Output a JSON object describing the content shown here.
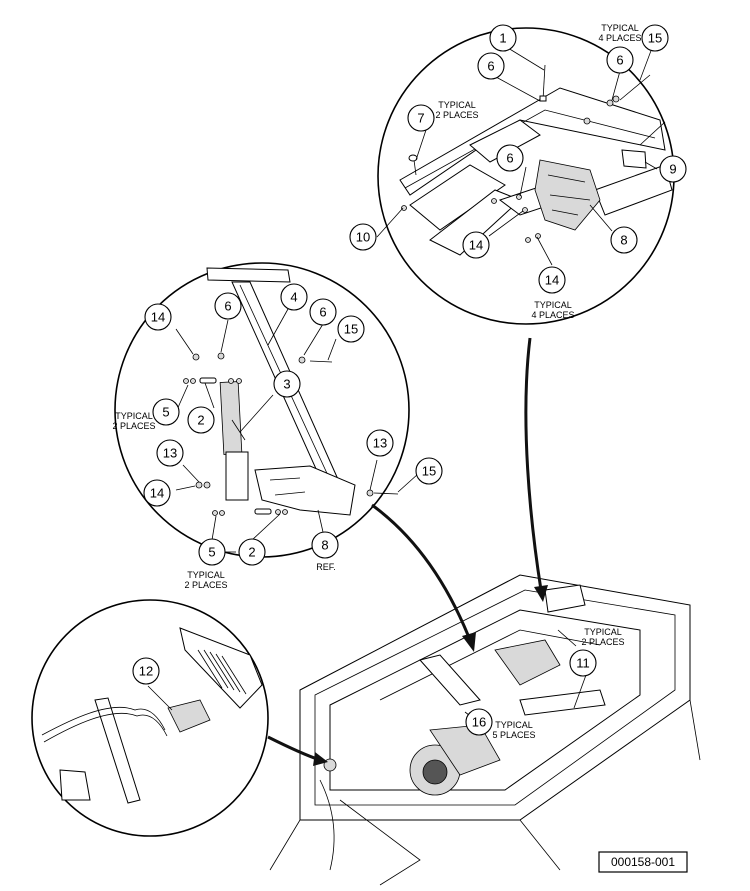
{
  "callouts": [
    {
      "id": "c1-top",
      "text": "1"
    },
    {
      "id": "c6-top-a",
      "text": "6"
    },
    {
      "id": "c6-top-b",
      "text": "6"
    },
    {
      "id": "c15-top",
      "text": "15"
    },
    {
      "id": "c7-top",
      "text": "7"
    },
    {
      "id": "c6-top-c",
      "text": "6"
    },
    {
      "id": "c9-top",
      "text": "9"
    },
    {
      "id": "c10-top",
      "text": "10"
    },
    {
      "id": "c14-top-a",
      "text": "14"
    },
    {
      "id": "c8-top",
      "text": "8"
    },
    {
      "id": "c14-top-b",
      "text": "14"
    },
    {
      "id": "c14-mid-a",
      "text": "14"
    },
    {
      "id": "c6-mid-a",
      "text": "6"
    },
    {
      "id": "c4-mid",
      "text": "4"
    },
    {
      "id": "c6-mid-b",
      "text": "6"
    },
    {
      "id": "c15-mid-a",
      "text": "15"
    },
    {
      "id": "c3-mid",
      "text": "3"
    },
    {
      "id": "c5-mid-a",
      "text": "5"
    },
    {
      "id": "c2-mid-a",
      "text": "2"
    },
    {
      "id": "c13-mid-a",
      "text": "13"
    },
    {
      "id": "c13-mid-b",
      "text": "13"
    },
    {
      "id": "c15-mid-b",
      "text": "15"
    },
    {
      "id": "c14-mid-b",
      "text": "14"
    },
    {
      "id": "c5-mid-b",
      "text": "5"
    },
    {
      "id": "c2-mid-b",
      "text": "2"
    },
    {
      "id": "c8-mid",
      "text": "8"
    },
    {
      "id": "c12",
      "text": "12"
    },
    {
      "id": "c11",
      "text": "11"
    },
    {
      "id": "c16",
      "text": "16"
    }
  ],
  "notes": {
    "typical_4_places_top": [
      "TYPICAL",
      "4 PLACES"
    ],
    "typical_2_places_top": [
      "TYPICAL",
      "2 PLACES"
    ],
    "typical_4_places_bottom": [
      "TYPICAL",
      "4 PLACES"
    ],
    "typical_2_places_mid_left": [
      "TYPICAL",
      "2 PLACES"
    ],
    "typical_2_places_mid_bottom": [
      "TYPICAL",
      "2 PLACES"
    ],
    "ref": "REF.",
    "typical_2_places_right": [
      "TYPICAL",
      "2 PLACES"
    ],
    "typical_5_places": [
      "TYPICAL",
      "5 PLACES"
    ]
  },
  "figure_id": "000158-001"
}
